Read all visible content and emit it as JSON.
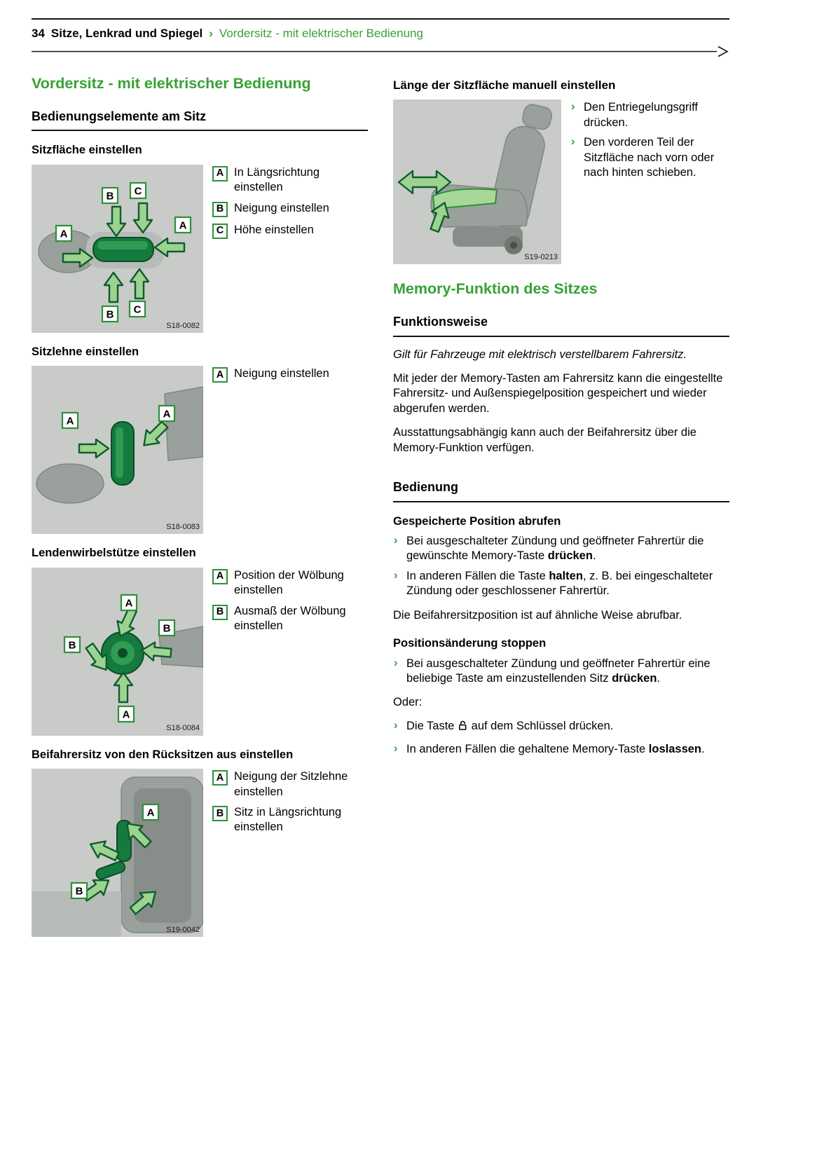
{
  "ui": {
    "bullet": "›"
  },
  "colors": {
    "accent": "#38a135",
    "figure_bg": "#c9cbc9",
    "arrow_fill": "#9cd390",
    "arrow_stroke": "#0f5c2c"
  },
  "header": {
    "page_number": "34",
    "chapter": "Sitze, Lenkrad und Spiegel",
    "separator": "›",
    "section": "Vordersitz - mit elektrischer Bedienung"
  },
  "left": {
    "page_title": "Vordersitz - mit elektrischer Bedienung",
    "section_title": "Bedienungselemente am Sitz",
    "figures": [
      {
        "title": "Sitzfläche einstellen",
        "code": "S18-0082",
        "labels": [
          "B",
          "C",
          "A",
          "A",
          "B",
          "C"
        ],
        "legend": [
          {
            "key": "A",
            "text": "In Längsrichtung einstellen"
          },
          {
            "key": "B",
            "text": "Neigung einstellen"
          },
          {
            "key": "C",
            "text": "Höhe einstellen"
          }
        ]
      },
      {
        "title": "Sitzlehne einstellen",
        "code": "S18-0083",
        "labels": [
          "A",
          "A"
        ],
        "legend": [
          {
            "key": "A",
            "text": "Neigung einstellen"
          }
        ]
      },
      {
        "title": "Lendenwirbelstütze einstellen",
        "code": "S18-0084",
        "labels": [
          "A",
          "B",
          "B",
          "A"
        ],
        "legend": [
          {
            "key": "A",
            "text": "Position der Wölbung einstellen"
          },
          {
            "key": "B",
            "text": "Ausmaß der Wölbung einstellen"
          }
        ]
      },
      {
        "title": "Beifahrersitz von den Rücksitzen aus einstellen",
        "code": "S19-0042",
        "labels": [
          "A",
          "B"
        ],
        "legend": [
          {
            "key": "A",
            "text": "Neigung der Sitzlehne einstellen"
          },
          {
            "key": "B",
            "text": "Sitz in Längsrichtung einstellen"
          }
        ]
      }
    ]
  },
  "right": {
    "manual_title": "Länge der Sitzfläche manuell einstellen",
    "manual_code": "S19-0213",
    "manual_bullets": [
      "Den Entriegelungsgriff drücken.",
      "Den vorderen Teil der Sitzfläche nach vorn oder nach hinten schieben."
    ],
    "memory_title": "Memory-Funktion des Sitzes",
    "funktionsweise_title": "Funktionsweise",
    "funktionsweise_note": "Gilt für Fahrzeuge mit elektrisch verstellbarem Fahrersitz.",
    "funktionsweise_p1": "Mit jeder der Memory-Tasten am Fahrersitz kann die eingestellte Fahrersitz- und Außenspiegelposition gespeichert und wieder abgerufen werden.",
    "funktionsweise_p2": "Ausstattungsabhängig kann auch der Beifahrersitz über die Memory-Funktion verfügen.",
    "bedienung_title": "Bedienung",
    "abrufen_title": "Gespeicherte Position abrufen",
    "abrufen_b1": {
      "pre": "Bei ausgeschalteter Zündung und geöffneter Fahrertür die gewünschte Memory-Taste ",
      "bold": "drücken",
      "post": "."
    },
    "abrufen_b2": {
      "pre": "In anderen Fällen die Taste ",
      "bold": "halten",
      "post": ", z. B. bei eingeschalteter Zündung oder geschlossener Fahrertür."
    },
    "abrufen_note": "Die Beifahrersitzposition ist auf ähnliche Weise abrufbar.",
    "stoppen_title": "Positionsänderung stoppen",
    "stoppen_b1": {
      "pre": "Bei ausgeschalteter Zündung und geöffneter Fahrertür eine beliebige Taste am einzustellenden Sitz ",
      "bold": "drücken",
      "post": "."
    },
    "oder": "Oder:",
    "key_bullet": {
      "pre": "Die Taste ",
      "post": " auf dem Schlüssel drücken."
    },
    "final_bullet": {
      "pre": "In anderen Fällen die gehaltene Memory-Taste ",
      "bold": "loslassen",
      "post": "."
    }
  }
}
